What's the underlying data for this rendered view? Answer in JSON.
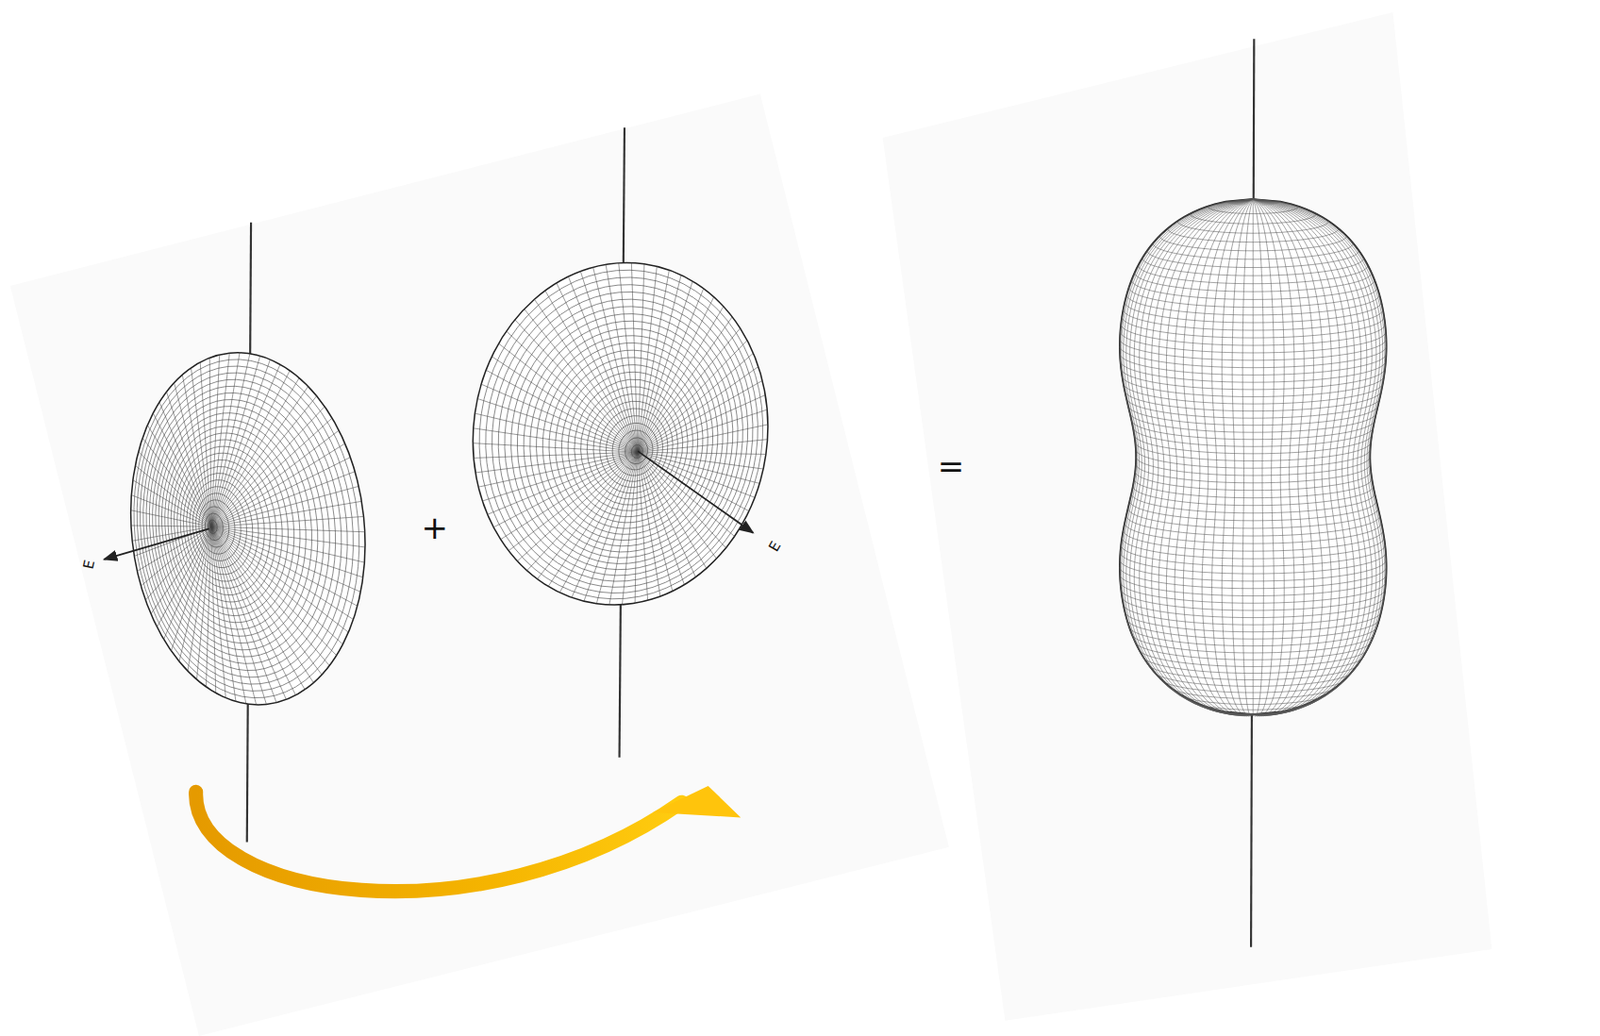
{
  "diagram": {
    "labels": [
      "E",
      "+",
      "E",
      "="
    ]
  }
}
